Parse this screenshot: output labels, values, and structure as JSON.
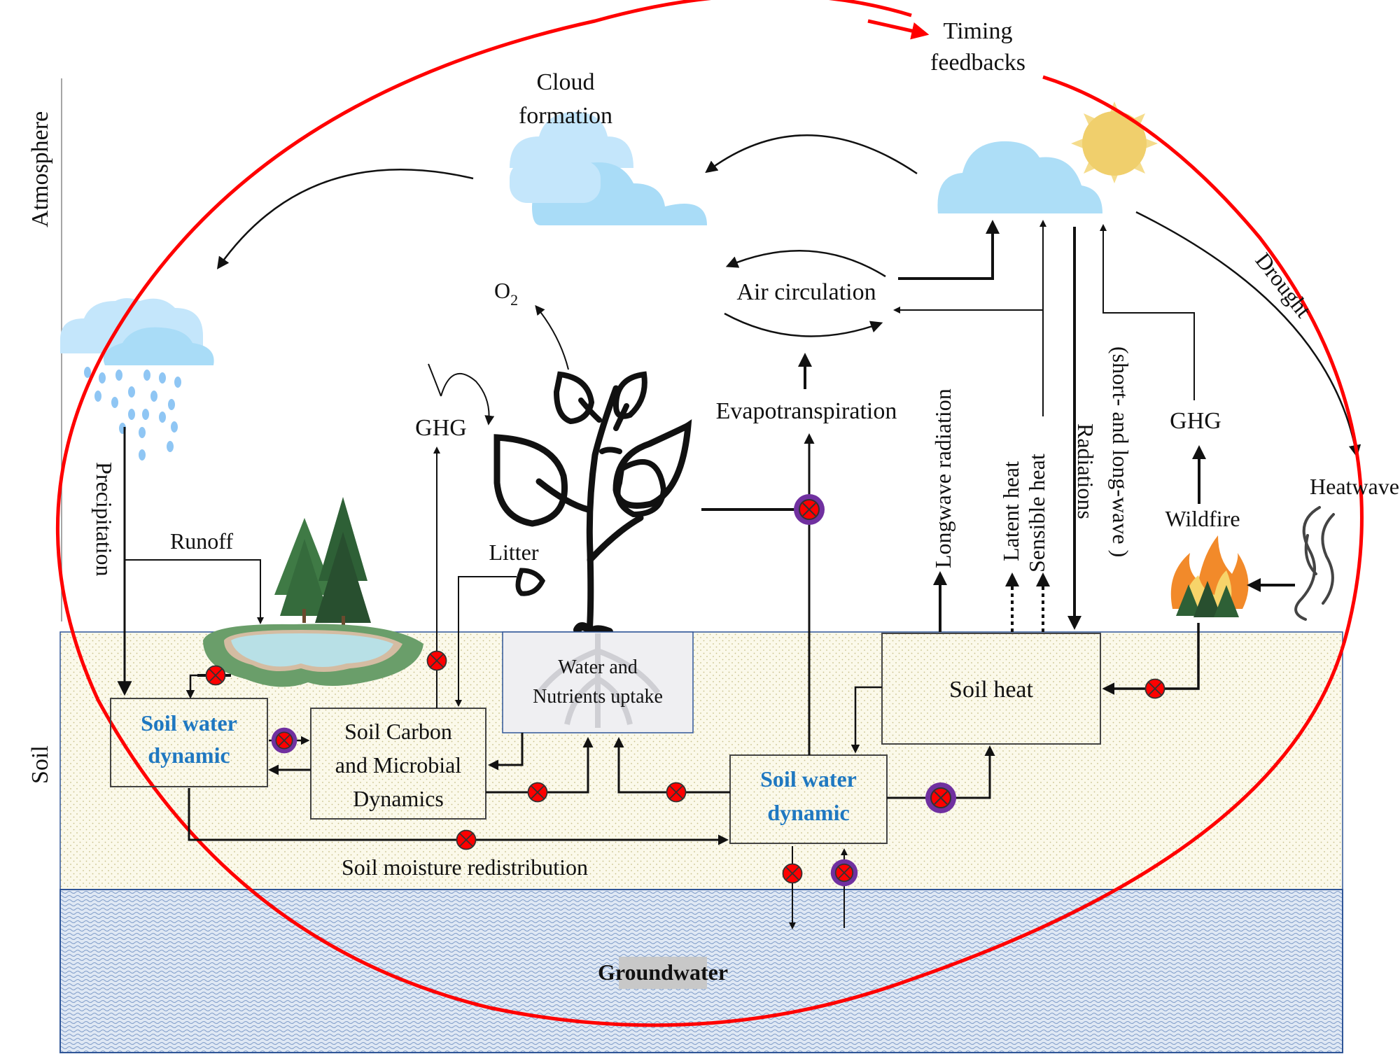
{
  "colors": {
    "feedback_loop": "#ff0000",
    "soil_layer": "#fbf9ea",
    "soil_dots": "#c8c08a",
    "groundwater_layer": "#c9d7ea",
    "layer_border": "#2f5597",
    "emphasis_text": "#1f78c1",
    "marker_red": "#ff0000",
    "marker_purple": "#7030a0",
    "cloud": "#a9dcf7",
    "sun": "#f0cf6c"
  },
  "zones": {
    "atmosphere": "Atmosphere",
    "soil": "Soil",
    "groundwater": "Groundwater"
  },
  "feedback_loop": {
    "label_line1": "Timing",
    "label_line2": "feedbacks"
  },
  "atmosphere_labels": {
    "cloud_formation_line1": "Cloud",
    "cloud_formation_line2": "formation",
    "air_circulation": "Air circulation",
    "evapotranspiration": "Evapotranspiration",
    "o2": "O",
    "o2_sub": "2",
    "ghg_left": "GHG",
    "ghg_right": "GHG",
    "drought": "Drought",
    "heatwave": "Heatwave",
    "wildfire": "Wildfire",
    "precipitation": "Precipitation",
    "runoff": "Runoff",
    "litter": "Litter",
    "longwave_radiation": "Longwave radiation",
    "latent_heat": "Latent heat",
    "sensible_heat": "Sensible heat",
    "radiations": "Radiations",
    "radiations_detail": "(short- and long-wave )"
  },
  "soil_boxes": {
    "soil_water_left_line1": "Soil water",
    "soil_water_left_line2": "dynamic",
    "soil_carbon_line1": "Soil Carbon",
    "soil_carbon_line2": "and Microbial",
    "soil_carbon_line3": "Dynamics",
    "uptake_line1": "Water and",
    "uptake_line2": "Nutrients uptake",
    "soil_water_center_line1": "Soil water",
    "soil_water_center_line2": "dynamic",
    "soil_heat": "Soil heat",
    "soil_moisture_redistribution": "Soil moisture redistribution"
  },
  "markers": [
    {
      "id": "lake-to-soilwater",
      "type": "red"
    },
    {
      "id": "carbon-to-ghg",
      "type": "red"
    },
    {
      "id": "soilwater-to-carbon",
      "type": "purple"
    },
    {
      "id": "carbon-to-uptake",
      "type": "red"
    },
    {
      "id": "soilwater-to-uptake",
      "type": "red"
    },
    {
      "id": "redistribution",
      "type": "red"
    },
    {
      "id": "plant-to-et",
      "type": "purple"
    },
    {
      "id": "soilwater-to-soilheat",
      "type": "purple"
    },
    {
      "id": "wildfire-to-soilheat",
      "type": "red"
    },
    {
      "id": "drainage",
      "type": "red"
    },
    {
      "id": "capillary-rise",
      "type": "purple"
    }
  ]
}
